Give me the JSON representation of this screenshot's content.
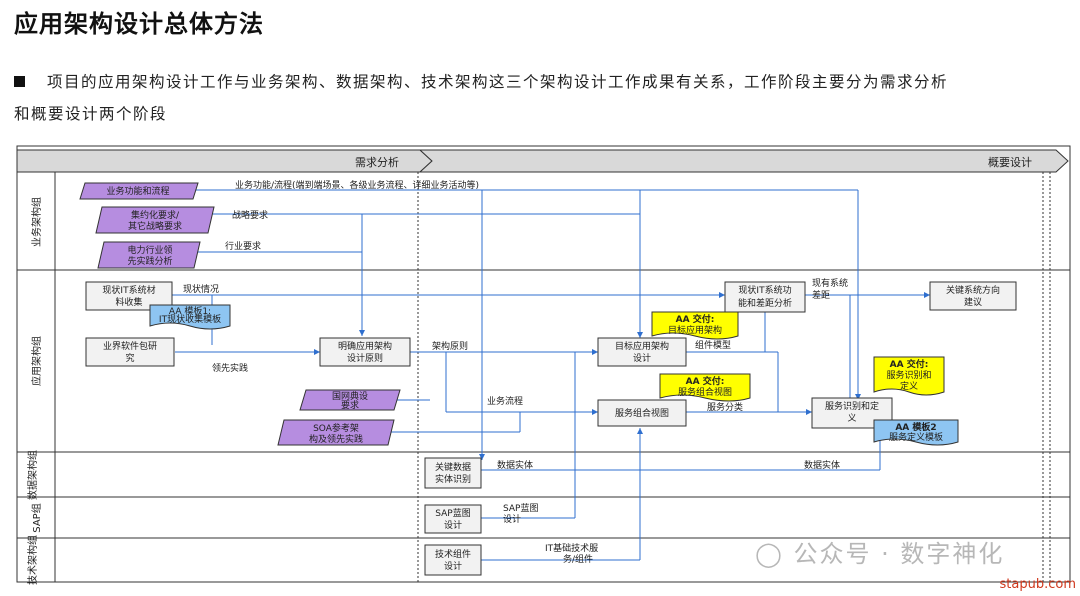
{
  "title": "应用架构设计总体方法",
  "intro_line1": "项目的应用架构设计工作与业务架构、数据架构、技术架构这三个架构设计工作成果有关系，工作阶段主要分为需求分析",
  "intro_line2": "和概要设计两个阶段",
  "phases": {
    "p1": "需求分析",
    "p2": "概要设计"
  },
  "lanes": {
    "business": "业务架构组",
    "app": "应用架构组",
    "data": "数据架构组",
    "sap": "SAP组",
    "tech": "技术架构组"
  },
  "inputs": {
    "biz_flow": "业务功能和流程",
    "intensive_1": "集约化要求/",
    "intensive_2": "其它战略要求",
    "power_1": "电力行业领",
    "power_2": "先实践分析",
    "sgcc_1": "国网典设",
    "sgcc_2": "要求",
    "soa_1": "SOA参考架",
    "soa_2": "构及领先实践"
  },
  "boxes": {
    "it_collect_1": "现状IT系统材",
    "it_collect_2": "料收集",
    "sw_research_1": "业界软件包研",
    "sw_research_2": "究",
    "principle_1": "明确应用架构",
    "principle_2": "设计原则",
    "target_1": "目标应用架构",
    "target_2": "设计",
    "svc_view_1": "服务组合视图",
    "gap_1": "现状IT系统功",
    "gap_2": "能和差距分析",
    "direction_1": "关键系统方向",
    "direction_2": "建议",
    "svc_id_1": "服务识别和定",
    "svc_id_2": "义",
    "key_data_1": "关键数据",
    "key_data_2": "实体识别",
    "sap_bp_1": "SAP蓝图",
    "sap_bp_2": "设计",
    "tech_comp_1": "技术组件",
    "tech_comp_2": "设计"
  },
  "templates": {
    "t1_1": "AA 模板1:",
    "t1_2": "IT现状收集模板",
    "t2_1": "AA 模板2",
    "t2_2": "服务定义模板"
  },
  "deliverables": {
    "d1_1": "AA 交付:",
    "d1_2": "目标应用架构",
    "d2_1": "AA 交付:",
    "d2_2": "服务组合视图",
    "d3_1": "AA 交付:",
    "d3_2": "服务识别和",
    "d3_3": "定义"
  },
  "labels": {
    "biz_flow_desc": "业务功能/流程(端到端场景、各级业务流程、详细业务活动等)",
    "strategy": "战略要求",
    "industry": "行业要求",
    "status": "现状情况",
    "best_practice": "领先实践",
    "arch_principle": "架构原则",
    "biz_process": "业务流程",
    "comp_model": "组件模型",
    "svc_class": "服务分类",
    "sys_gap_1": "现有系统",
    "sys_gap_2": "差距",
    "data_entity_1": "数据实体",
    "data_entity_2": "数据实体",
    "sap_bp_label_1": "SAP蓝图",
    "sap_bp_label_2": "设计",
    "it_tech_1": "IT基础技术服",
    "it_tech_2": "务/组件"
  },
  "watermark": "公众号 · 数字神化",
  "watermark_url": "stapub.com",
  "colors": {
    "purple": "#b68de0",
    "yellow": "#ffff00",
    "blue_note": "#8ec5f2",
    "header_gray": "#d9d9d9",
    "box_gray": "#f2f2f2"
  }
}
